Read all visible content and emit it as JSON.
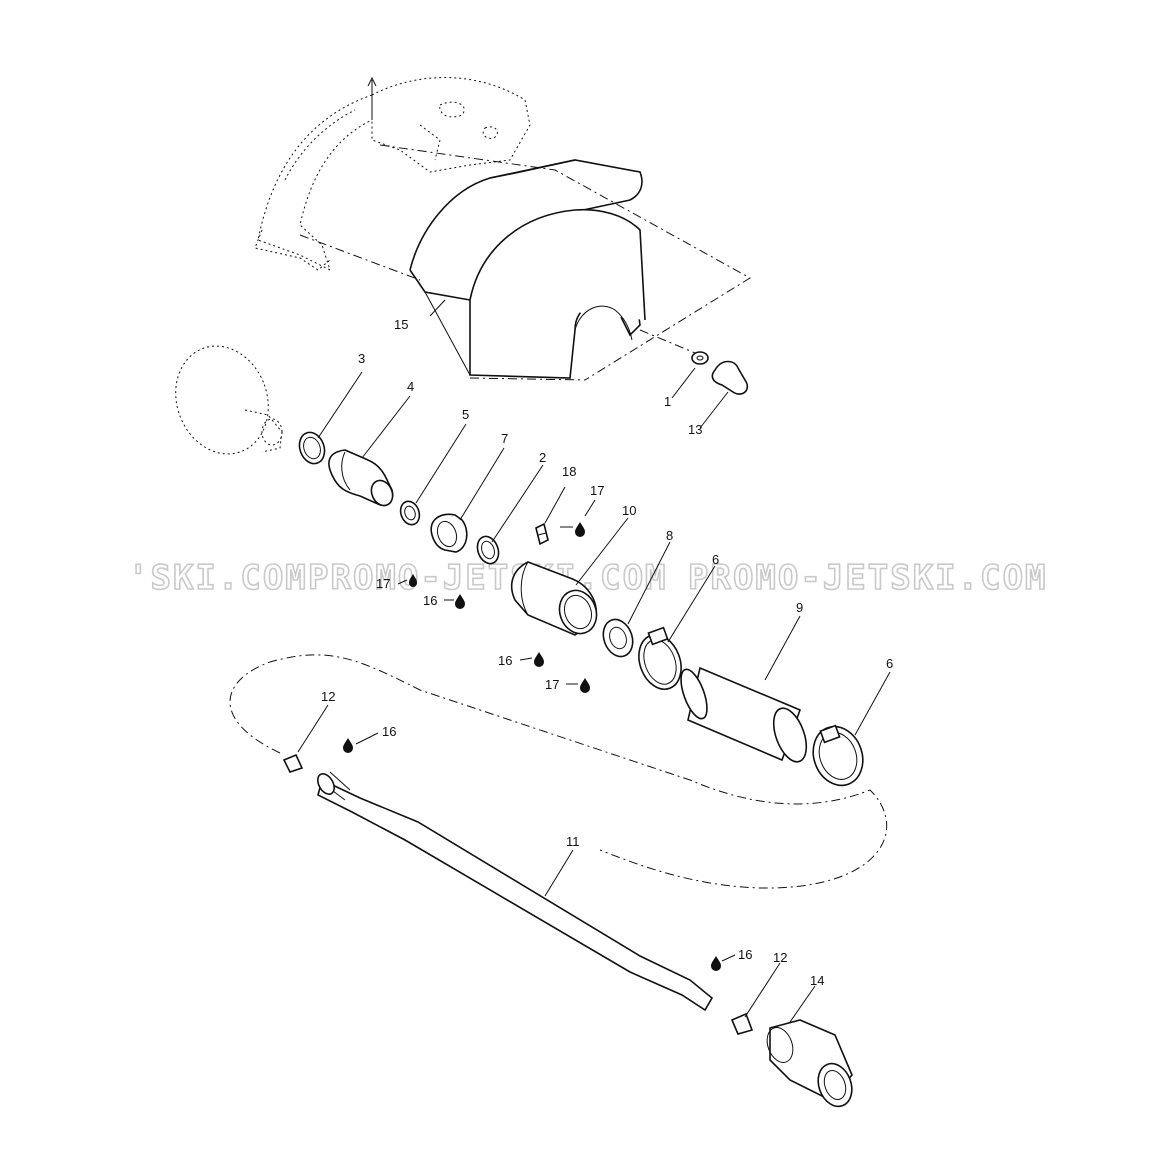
{
  "watermark": {
    "left": "'SKI.COM",
    "center": "PROMO-JETSKI.COM",
    "right": "PROMO-JETSKI.COM"
  },
  "callouts": [
    {
      "id": "c1",
      "text": "1"
    },
    {
      "id": "c2",
      "text": "2"
    },
    {
      "id": "c3",
      "text": "3"
    },
    {
      "id": "c4",
      "text": "4"
    },
    {
      "id": "c5",
      "text": "5"
    },
    {
      "id": "c6a",
      "text": "6"
    },
    {
      "id": "c6b",
      "text": "6"
    },
    {
      "id": "c7",
      "text": "7"
    },
    {
      "id": "c8",
      "text": "8"
    },
    {
      "id": "c9",
      "text": "9"
    },
    {
      "id": "c10",
      "text": "10"
    },
    {
      "id": "c11",
      "text": "11"
    },
    {
      "id": "c12a",
      "text": "12"
    },
    {
      "id": "c12b",
      "text": "12"
    },
    {
      "id": "c13",
      "text": "13"
    },
    {
      "id": "c14",
      "text": "14"
    },
    {
      "id": "c15",
      "text": "15"
    },
    {
      "id": "c16a",
      "text": "16"
    },
    {
      "id": "c16b",
      "text": "16"
    },
    {
      "id": "c16c",
      "text": "16"
    },
    {
      "id": "c16d",
      "text": "16"
    },
    {
      "id": "c17a",
      "text": "17"
    },
    {
      "id": "c17b",
      "text": "17"
    },
    {
      "id": "c17c",
      "text": "17"
    },
    {
      "id": "c18",
      "text": "18"
    }
  ]
}
